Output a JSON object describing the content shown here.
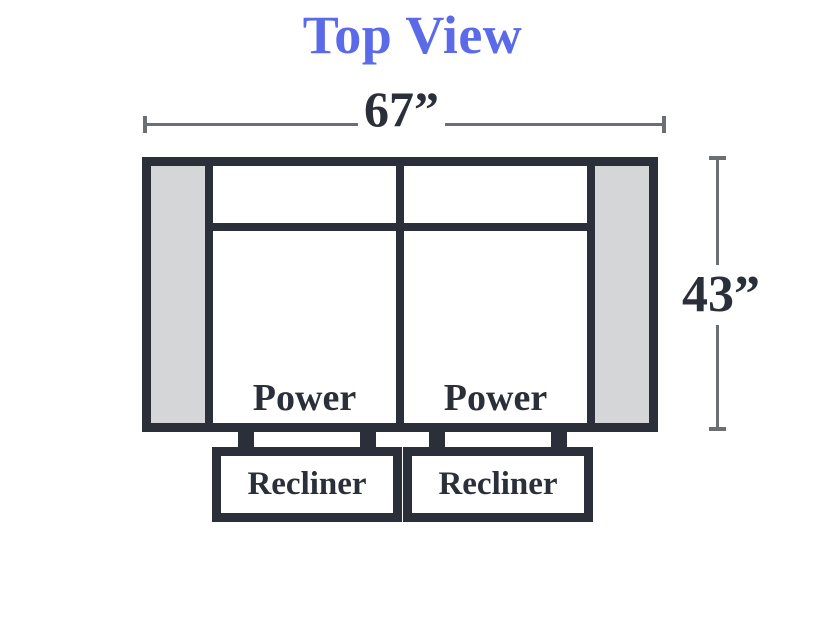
{
  "diagram": {
    "title": "Top View",
    "title_color": "#5b6ae8",
    "frame_color": "#2b2f3a",
    "armrest_color": "#d5d6d8",
    "dimension_line_color": "#6b6e73",
    "dimensions": {
      "width": {
        "label": "67”",
        "orientation": "horizontal",
        "position": "top"
      },
      "depth": {
        "label": "43”",
        "orientation": "vertical",
        "position": "right"
      }
    },
    "sofa": {
      "armrests": [
        {
          "name": "left-armrest"
        },
        {
          "name": "right-armrest"
        }
      ],
      "seats": [
        {
          "name": "left-seat",
          "label": "Power"
        },
        {
          "name": "right-seat",
          "label": "Power"
        }
      ],
      "recliners": [
        {
          "name": "left-recliner",
          "label": "Recliner"
        },
        {
          "name": "right-recliner",
          "label": "Recliner"
        }
      ]
    }
  }
}
